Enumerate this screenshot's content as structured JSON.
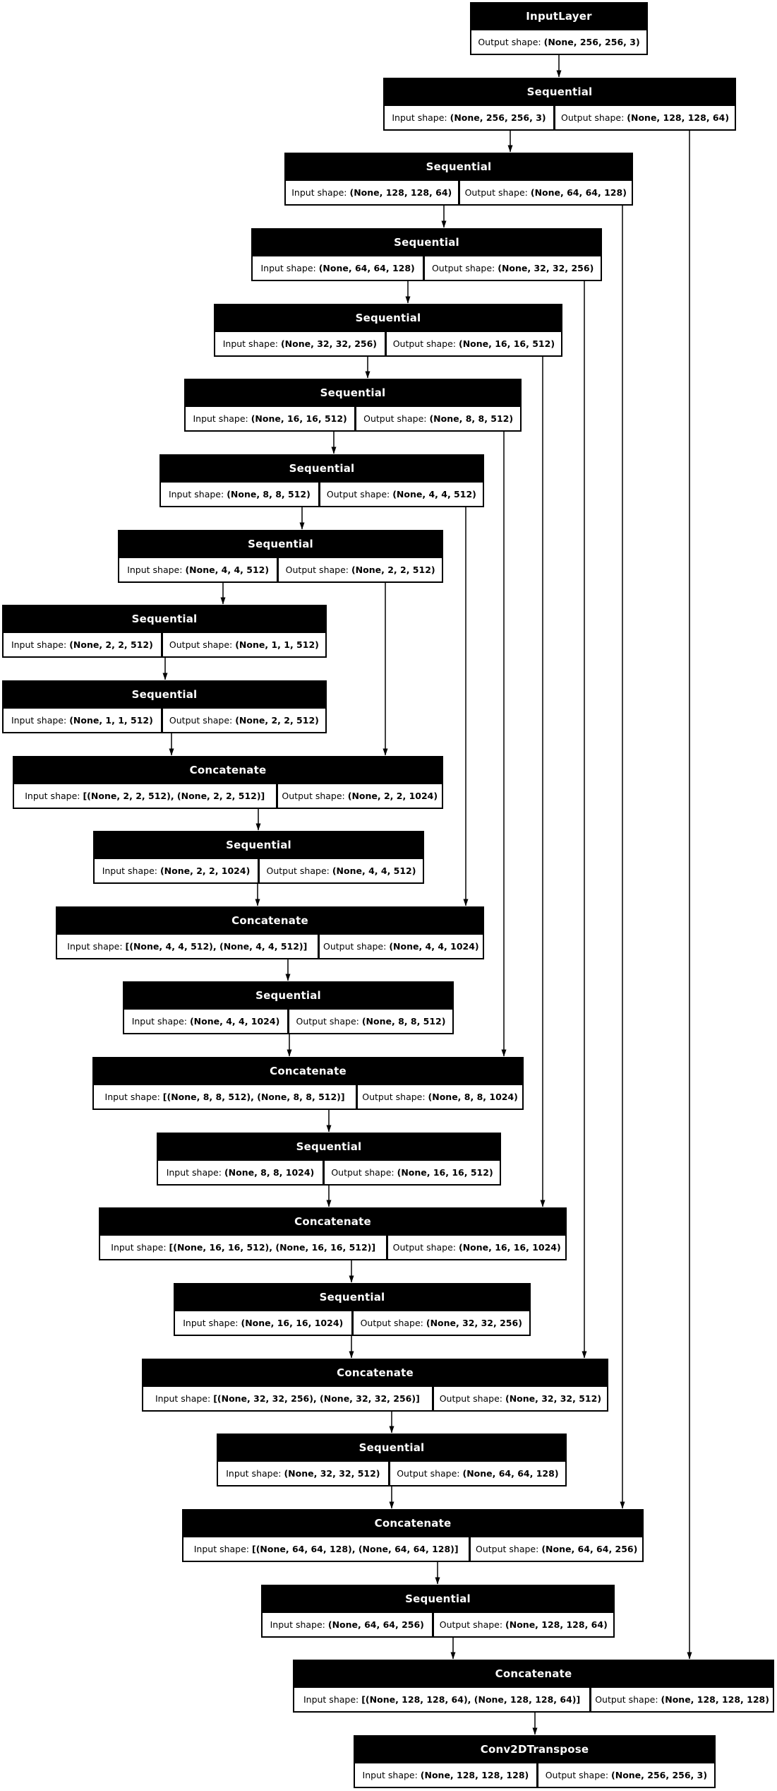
{
  "diagram": {
    "labels": {
      "input_prefix": "Input shape: ",
      "output_prefix": "Output shape: "
    },
    "colors": {
      "node_fill": "#000000",
      "cell_fill": "#ffffff",
      "node_text": "#ffffff",
      "cell_text": "#000000",
      "edge": "#000000",
      "background": "#ffffff"
    },
    "nodes": [
      {
        "type": "InputLayer",
        "input_shape": null,
        "output_shape": "(None, 256, 256, 3)"
      },
      {
        "type": "Sequential",
        "input_shape": "(None, 256, 256, 3)",
        "output_shape": "(None, 128, 128, 64)"
      },
      {
        "type": "Sequential",
        "input_shape": "(None, 128, 128, 64)",
        "output_shape": "(None, 64, 64, 128)"
      },
      {
        "type": "Sequential",
        "input_shape": "(None, 64, 64, 128)",
        "output_shape": "(None, 32, 32, 256)"
      },
      {
        "type": "Sequential",
        "input_shape": "(None, 32, 32, 256)",
        "output_shape": "(None, 16, 16, 512)"
      },
      {
        "type": "Sequential",
        "input_shape": "(None, 16, 16, 512)",
        "output_shape": "(None, 8, 8, 512)"
      },
      {
        "type": "Sequential",
        "input_shape": "(None, 8, 8, 512)",
        "output_shape": "(None, 4, 4, 512)"
      },
      {
        "type": "Sequential",
        "input_shape": "(None, 4, 4, 512)",
        "output_shape": "(None, 2, 2, 512)"
      },
      {
        "type": "Sequential",
        "input_shape": "(None, 2, 2, 512)",
        "output_shape": "(None, 1, 1, 512)"
      },
      {
        "type": "Sequential",
        "input_shape": "(None, 1, 1, 512)",
        "output_shape": "(None, 2, 2, 512)"
      },
      {
        "type": "Concatenate",
        "input_shape": "[(None, 2, 2, 512), (None, 2, 2, 512)]",
        "output_shape": "(None, 2, 2, 1024)"
      },
      {
        "type": "Sequential",
        "input_shape": "(None, 2, 2, 1024)",
        "output_shape": "(None, 4, 4, 512)"
      },
      {
        "type": "Concatenate",
        "input_shape": "[(None, 4, 4, 512), (None, 4, 4, 512)]",
        "output_shape": "(None, 4, 4, 1024)"
      },
      {
        "type": "Sequential",
        "input_shape": "(None, 4, 4, 1024)",
        "output_shape": "(None, 8, 8, 512)"
      },
      {
        "type": "Concatenate",
        "input_shape": "[(None, 8, 8, 512), (None, 8, 8, 512)]",
        "output_shape": "(None, 8, 8, 1024)"
      },
      {
        "type": "Sequential",
        "input_shape": "(None, 8, 8, 1024)",
        "output_shape": "(None, 16, 16, 512)"
      },
      {
        "type": "Concatenate",
        "input_shape": "[(None, 16, 16, 512), (None, 16, 16, 512)]",
        "output_shape": "(None, 16, 16, 1024)"
      },
      {
        "type": "Sequential",
        "input_shape": "(None, 16, 16, 1024)",
        "output_shape": "(None, 32, 32, 256)"
      },
      {
        "type": "Concatenate",
        "input_shape": "[(None, 32, 32, 256), (None, 32, 32, 256)]",
        "output_shape": "(None, 32, 32, 512)"
      },
      {
        "type": "Sequential",
        "input_shape": "(None, 32, 32, 512)",
        "output_shape": "(None, 64, 64, 128)"
      },
      {
        "type": "Concatenate",
        "input_shape": "[(None, 64, 64, 128), (None, 64, 64, 128)]",
        "output_shape": "(None, 64, 64, 256)"
      },
      {
        "type": "Sequential",
        "input_shape": "(None, 64, 64, 256)",
        "output_shape": "(None, 128, 128, 64)"
      },
      {
        "type": "Concatenate",
        "input_shape": "[(None, 128, 128, 64), (None, 128, 128, 64)]",
        "output_shape": "(None, 128, 128, 128)"
      },
      {
        "type": "Conv2DTranspose",
        "input_shape": "(None, 128, 128, 128)",
        "output_shape": "(None, 256, 256, 3)"
      }
    ],
    "edges": [
      [
        0,
        1
      ],
      [
        1,
        2
      ],
      [
        2,
        3
      ],
      [
        3,
        4
      ],
      [
        4,
        5
      ],
      [
        5,
        6
      ],
      [
        6,
        7
      ],
      [
        7,
        8
      ],
      [
        8,
        9
      ],
      [
        9,
        10
      ],
      [
        10,
        11
      ],
      [
        11,
        12
      ],
      [
        12,
        13
      ],
      [
        13,
        14
      ],
      [
        14,
        15
      ],
      [
        15,
        16
      ],
      [
        16,
        17
      ],
      [
        17,
        18
      ],
      [
        18,
        19
      ],
      [
        19,
        20
      ],
      [
        20,
        21
      ],
      [
        21,
        22
      ],
      [
        22,
        23
      ],
      [
        7,
        10
      ],
      [
        6,
        12
      ],
      [
        5,
        14
      ],
      [
        4,
        16
      ],
      [
        3,
        18
      ],
      [
        2,
        20
      ],
      [
        1,
        22
      ]
    ]
  }
}
